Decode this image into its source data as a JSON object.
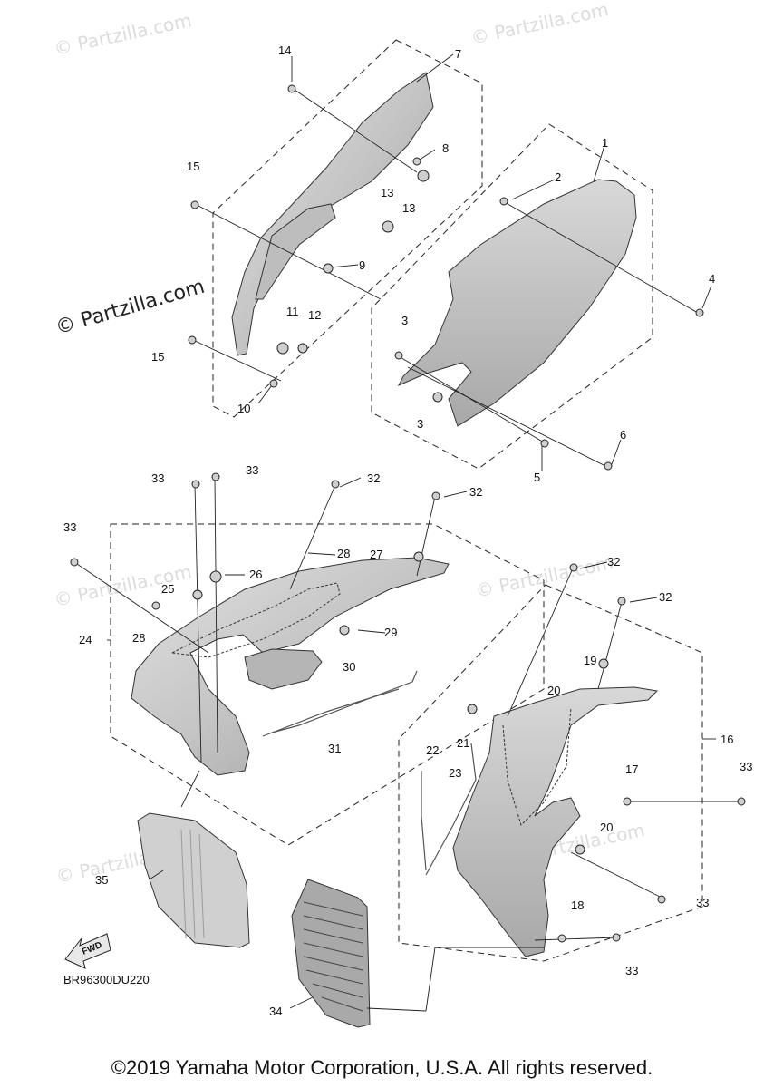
{
  "watermark": {
    "text": "© Partzilla.com",
    "dark_text": "© Partzilla.com"
  },
  "callouts": [
    "1",
    "2",
    "3",
    "3",
    "4",
    "5",
    "6",
    "7",
    "8",
    "9",
    "10",
    "11",
    "12",
    "13",
    "13",
    "14",
    "15",
    "15",
    "16",
    "17",
    "18",
    "19",
    "20",
    "20",
    "21",
    "22",
    "23",
    "24",
    "25",
    "26",
    "27",
    "28",
    "28",
    "29",
    "30",
    "31",
    "32",
    "32",
    "32",
    "32",
    "33",
    "33",
    "33",
    "33",
    "33",
    "33",
    "34",
    "35"
  ],
  "fwd_label": "FWD",
  "diagram_code": "BR96300DU220",
  "copyright": "©2019 Yamaha Motor Corporation, U.S.A. All rights reserved."
}
